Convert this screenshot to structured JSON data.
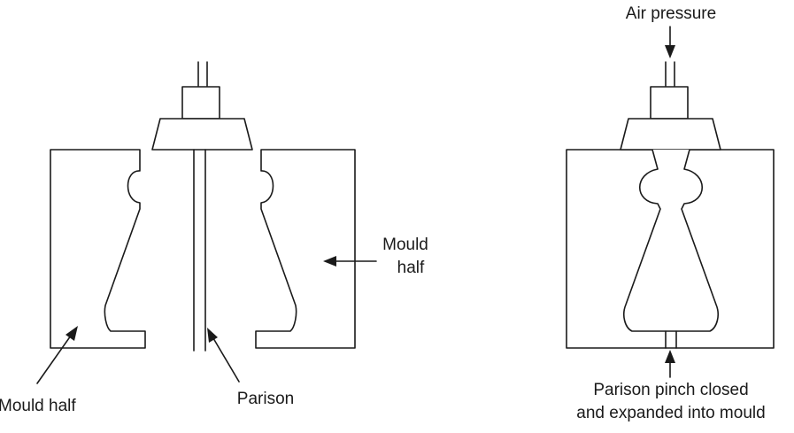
{
  "labels": {
    "mould_half_right": [
      "Mould",
      "half"
    ],
    "mould_half_left": "Mould half",
    "parison": "Parison",
    "air_pressure": "Air pressure",
    "pinch": [
      "Parison pinch closed",
      "and expanded into mould"
    ]
  },
  "colors": {
    "stroke": "#1a1a1a",
    "background": "#ffffff"
  }
}
